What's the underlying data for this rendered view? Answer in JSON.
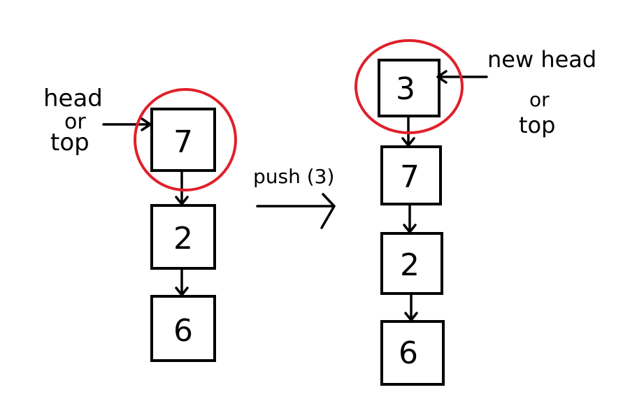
{
  "colors": {
    "ink": "#000000",
    "highlight": "#e0202a",
    "background": "#ffffff"
  },
  "before": {
    "label_line1": "head",
    "label_line2": "or",
    "label_line3": "top",
    "nodes": [
      "7",
      "2",
      "6"
    ]
  },
  "operation": {
    "label": "push (3)"
  },
  "after": {
    "label_line1": "new head",
    "label_line2": "or",
    "label_line3": "top",
    "nodes": [
      "3",
      "7",
      "2",
      "6"
    ]
  }
}
